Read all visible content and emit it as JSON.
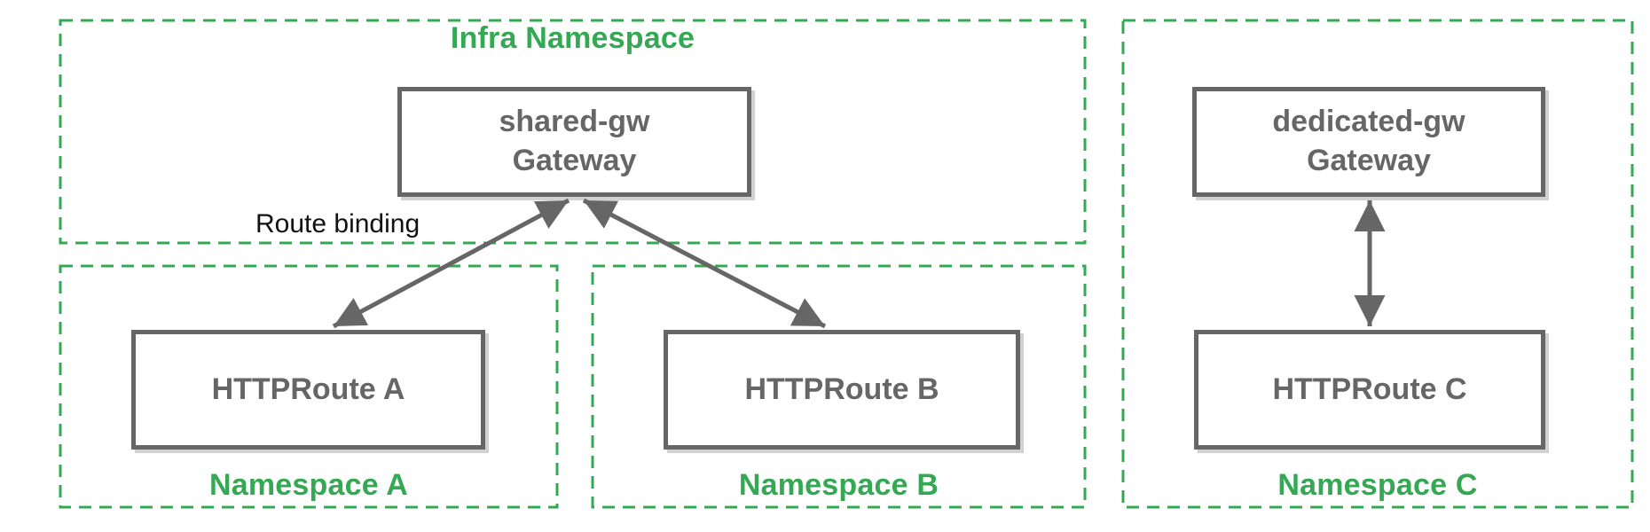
{
  "diagram": {
    "namespaces": {
      "infra": {
        "label": "Infra Namespace"
      },
      "a": {
        "label": "Namespace A"
      },
      "b": {
        "label": "Namespace B"
      },
      "c": {
        "label": "Namespace C"
      }
    },
    "nodes": {
      "shared_gateway": {
        "label": "shared-gw\nGateway"
      },
      "dedicated_gateway": {
        "label": "dedicated-gw\nGateway"
      },
      "httproute_a": {
        "label": "HTTPRoute A"
      },
      "httproute_b": {
        "label": "HTTPRoute B"
      },
      "httproute_c": {
        "label": "HTTPRoute C"
      }
    },
    "edges": {
      "route_binding_label": "Route binding",
      "connections": [
        {
          "from": "HTTPRoute A",
          "to": "shared-gw Gateway",
          "arrowheads": "both"
        },
        {
          "from": "HTTPRoute B",
          "to": "shared-gw Gateway",
          "arrowheads": "both"
        },
        {
          "from": "HTTPRoute C",
          "to": "dedicated-gw Gateway",
          "arrowheads": "both"
        }
      ]
    },
    "colors": {
      "namespace_green": "#34A853",
      "node_gray": "#666666",
      "edge_gray": "#666666",
      "edge_label_black": "#111111",
      "background": "#ffffff"
    }
  }
}
